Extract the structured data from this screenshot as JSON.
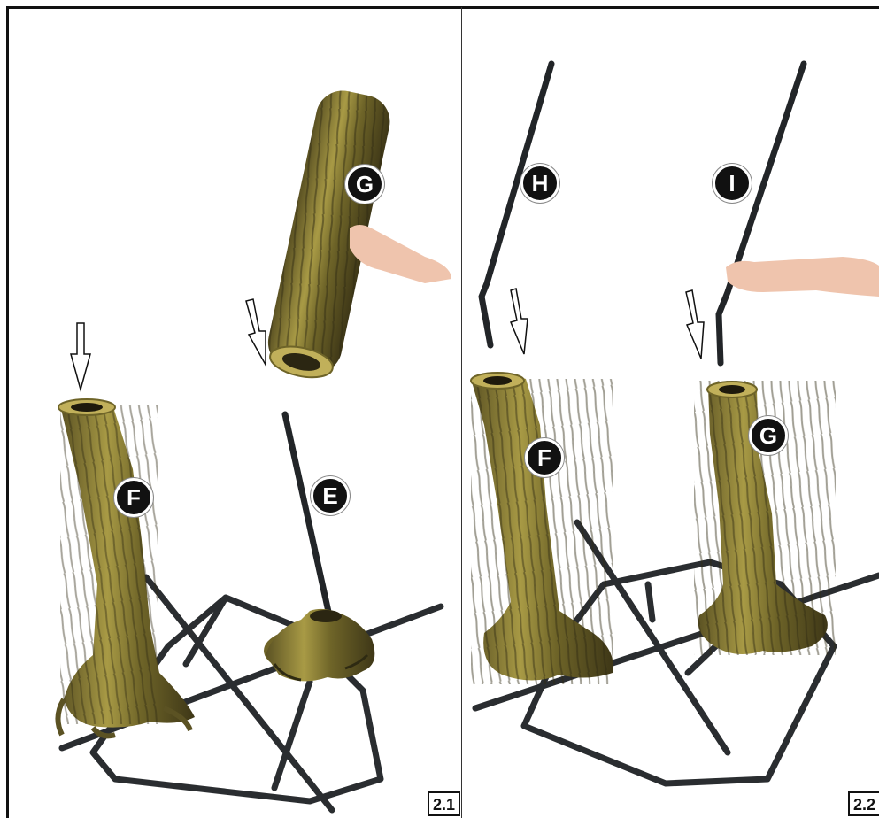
{
  "panels": [
    {
      "step": "2.1",
      "labels": {
        "G": "G",
        "F": "F",
        "E": "E"
      }
    },
    {
      "step": "2.2",
      "labels": {
        "H": "H",
        "I": "I",
        "F": "F",
        "G": "G"
      }
    }
  ],
  "colors": {
    "frame": "#111111",
    "metal": "#2a2d30",
    "bark_light": "#a4963f",
    "bark_dark": "#3b3418",
    "badge": "#111111"
  }
}
